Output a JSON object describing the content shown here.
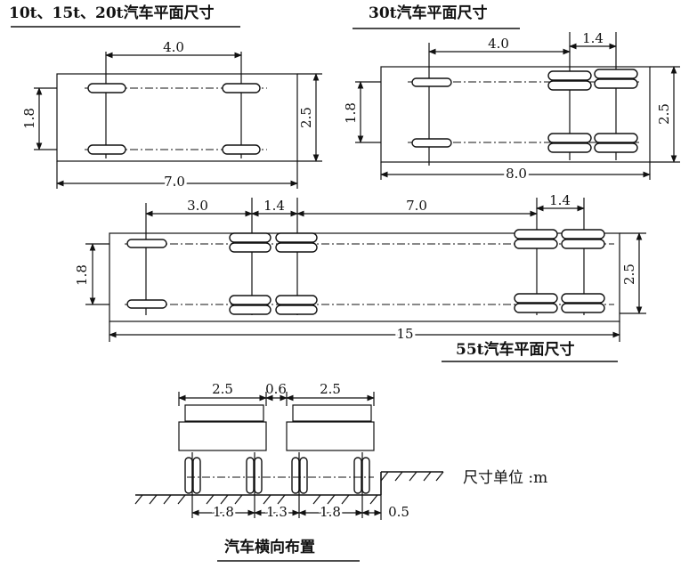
{
  "titles": {
    "truck_small": "10t、15t、20t汽车平面尺寸",
    "truck_30t": "30t汽车平面尺寸",
    "truck_55t": "55t汽车平面尺寸",
    "lateral": "汽车横向布置",
    "unit": "尺寸单位 :m"
  },
  "dims": {
    "small": {
      "wheelbase": "4.0",
      "track": "1.8",
      "width": "2.5",
      "length": "7.0"
    },
    "t30": {
      "wheelbase": "4.0",
      "rear_spacing": "1.4",
      "track": "1.8",
      "width": "2.5",
      "length": "8.0"
    },
    "t55": {
      "front": "3.0",
      "spacing1": "1.4",
      "middle": "7.0",
      "spacing2": "1.4",
      "track": "1.8",
      "width": "2.5",
      "length": "15"
    },
    "lateral": {
      "truck_w1": "2.5",
      "gap": "0.6",
      "truck_w2": "2.5",
      "d1": "1.8",
      "d2": "1.3",
      "d3": "1.8",
      "edge": "0.5"
    }
  }
}
